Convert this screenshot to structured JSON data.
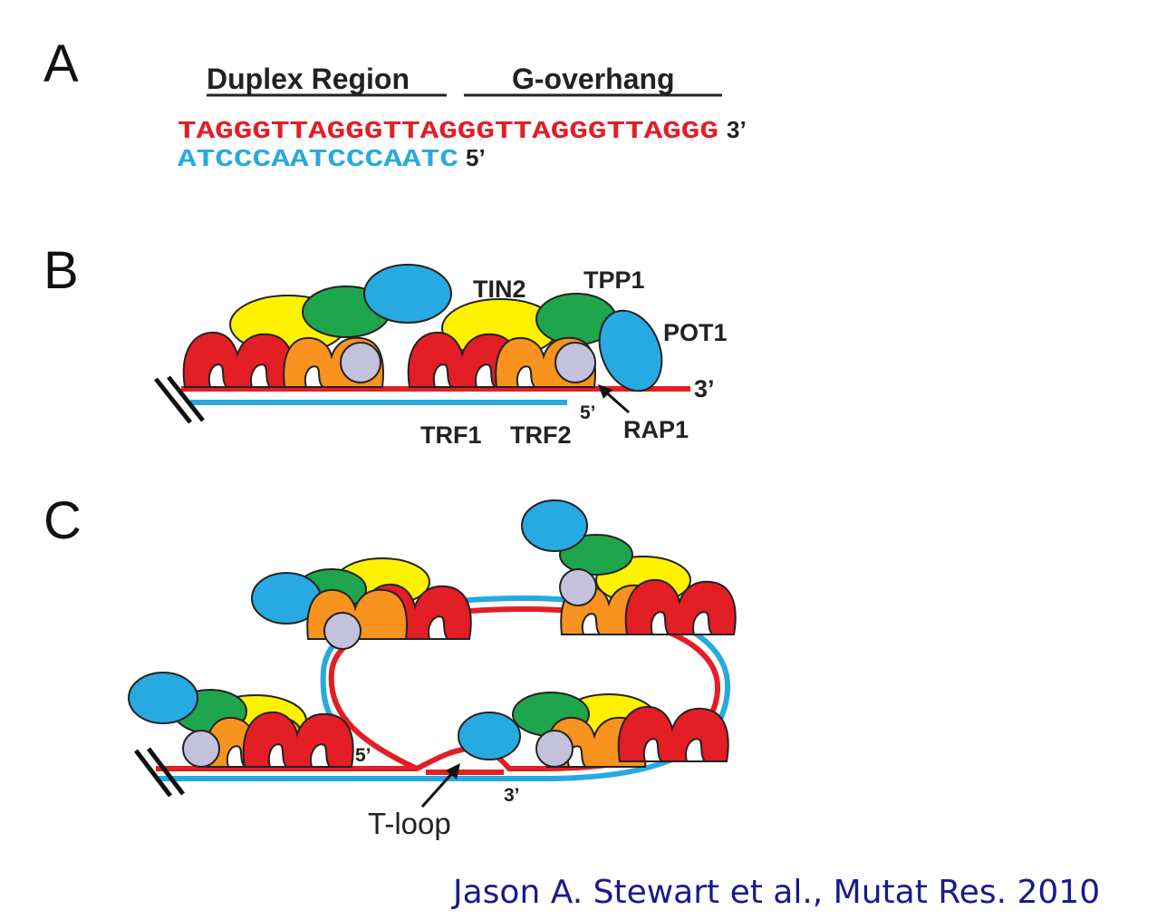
{
  "panel_a": {
    "letter": "A",
    "header_duplex": "Duplex Region",
    "header_overhang": "G-overhang",
    "strand_g": "TAGGGTTAGGGTTAGGGTTAGGGTTAGGG",
    "strand_g_end": "3’",
    "strand_c": "ATCCCAATCCCAATC",
    "strand_c_end": "5’"
  },
  "panel_b": {
    "letter": "B",
    "labels": {
      "tin2": "TIN2",
      "tpp1": "TPP1",
      "pot1": "POT1",
      "trf1": "TRF1",
      "trf2": "TRF2",
      "rap1": "RAP1",
      "end_3": "3’",
      "end_5": "5’"
    }
  },
  "panel_c": {
    "letter": "C",
    "labels": {
      "end_5": "5’",
      "end_3": "3’",
      "tloop": "T-loop"
    }
  },
  "citation": "Jason A. Stewart et al., Mutat Res. 2010",
  "colors": {
    "g_strand": "#e31e24",
    "c_strand": "#27a9e1",
    "trf1": "#e31e24",
    "trf2": "#f7931e",
    "tin2": "#fff200",
    "tpp1": "#1fa54b",
    "pot1": "#27a9e1",
    "rap1": "#c4c1dc",
    "citation": "#1a1a8c"
  }
}
